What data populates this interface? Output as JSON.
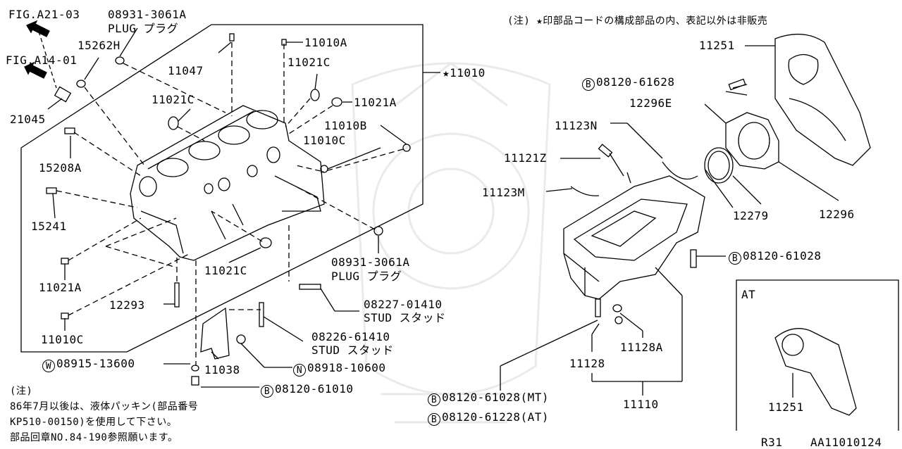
{
  "diagram": {
    "labels": {
      "fig_a21": "FIG.A21-03",
      "fig_a14": "FIG.A14-01",
      "p08931_top": "08931-3061A",
      "plug_top": "PLUG プラグ",
      "p15262h": "15262H",
      "p11047": "11047",
      "p11010a": "11010A",
      "p11021c_1": "11021C",
      "p11021c_2": "11021C",
      "p11021a_1": "11021A",
      "p11010b": "11010B",
      "p11010c_1": "11010C",
      "p21045": "21045",
      "p15208a": "15208A",
      "p15241": "15241",
      "p11021a_2": "11021A",
      "p11010c_2": "11010C",
      "p12293": "12293",
      "p11021c_3": "11021C",
      "p08931_bot": "08931-3061A",
      "plug_bot": "PLUG プラグ",
      "p08227": "08227-01410",
      "stud1": "STUD スタッド",
      "p08226": "08226-61410",
      "stud2": "STUD スタッド",
      "p08915": "08915-13600",
      "p11038": "11038",
      "p08918": "08918-10600",
      "p08120_61010": "08120-61010",
      "assy_11010": "★11010",
      "note_top": "(注) ★印部品コードの構成部品の内、表記以外は非販売",
      "p11251": "11251",
      "p08120_61628": "08120-61628",
      "p12296e": "12296E",
      "p11123n": "11123N",
      "p11121z": "11121Z",
      "p11123m": "11123M",
      "p12279": "12279",
      "p12296": "12296",
      "p08120_61028": "08120-61028",
      "p11128a": "11128A",
      "p11128": "11128",
      "p08120_61028mt": "08120-61028(MT)",
      "p08120_61228at": "08120-61228(AT)",
      "p11110": "11110",
      "at_title": "AT",
      "p11251_at": "11251",
      "note_head": "(注)",
      "note_l1": "86年7月以後は、液体パッキン(部品番号",
      "note_l2": "KP510-00150)を使用して下さい。",
      "note_l3": "部品回章NO.84-190参照願います。",
      "model": "R31",
      "code": "AA11010124"
    },
    "markers": {
      "B": "B",
      "W": "W",
      "N": "N"
    }
  }
}
